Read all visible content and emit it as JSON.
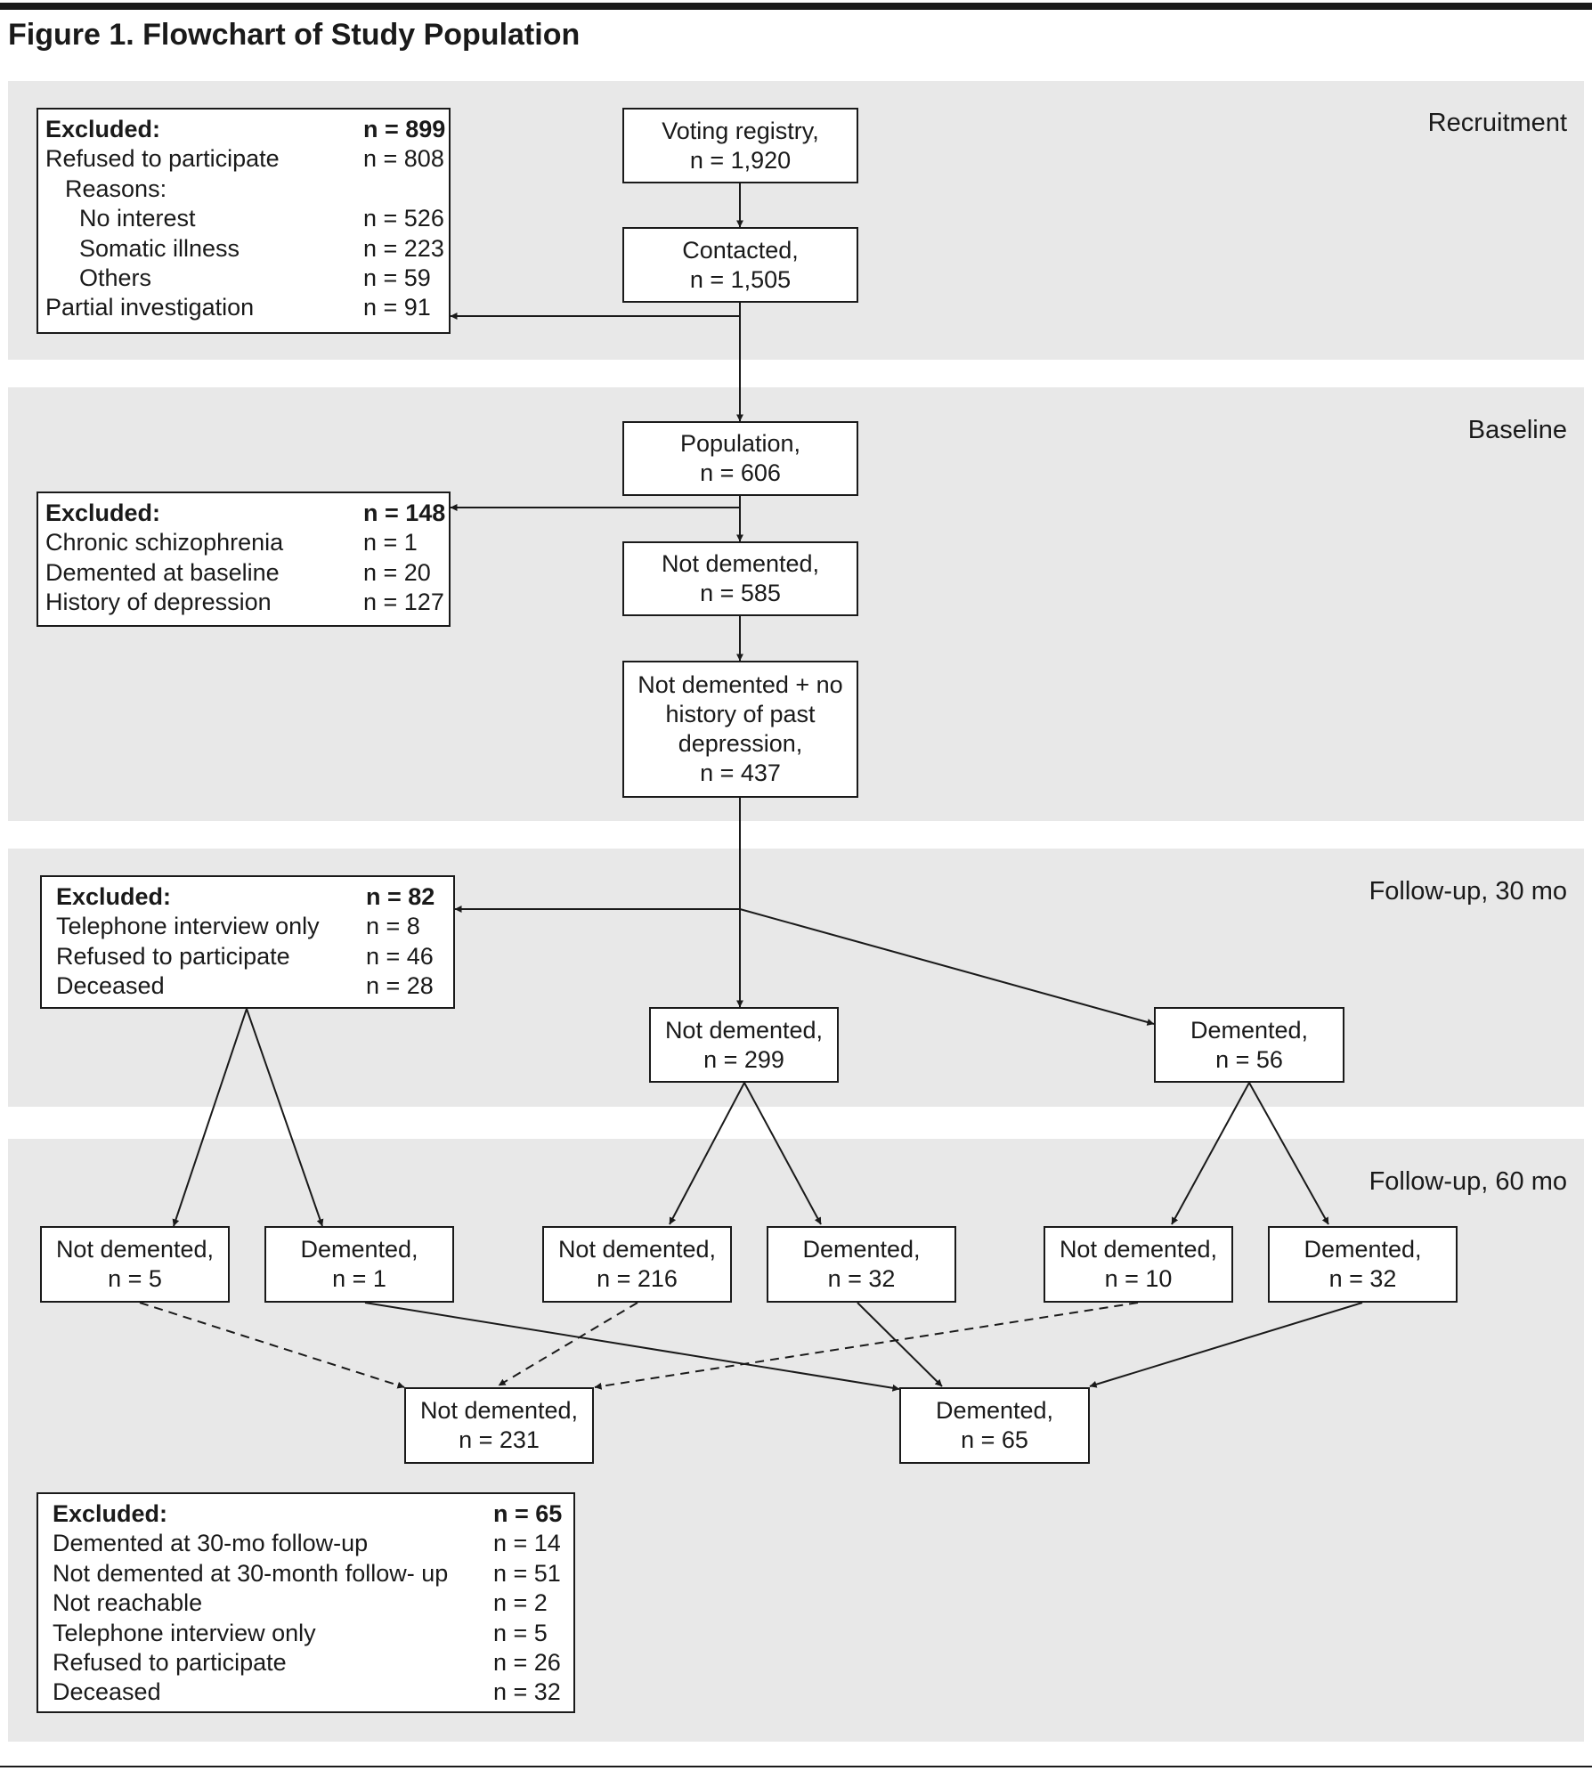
{
  "figure": {
    "title": "Figure 1. Flowchart of Study Population"
  },
  "sections": {
    "recruitment": "Recruitment",
    "baseline": "Baseline",
    "followup30": "Follow-up, 30 mo",
    "followup60": "Follow-up, 60 mo"
  },
  "nodes": {
    "voting_registry": [
      "Voting registry,",
      "n = 1,920"
    ],
    "contacted": [
      "Contacted,",
      "n = 1,505"
    ],
    "population": [
      "Population,",
      "n = 606"
    ],
    "not_demented_585": [
      "Not demented,",
      "n = 585"
    ],
    "not_demented_no_depr_437": [
      "Not demented + no",
      "history of past",
      "depression,",
      "n = 437"
    ],
    "fu30_not_demented": [
      "Not demented,",
      "n = 299"
    ],
    "fu30_demented": [
      "Demented,",
      "n = 56"
    ],
    "fu60_a_not_demented": [
      "Not demented,",
      "n = 5"
    ],
    "fu60_a_demented": [
      "Demented,",
      "n = 1"
    ],
    "fu60_b_not_demented": [
      "Not demented,",
      "n = 216"
    ],
    "fu60_b_demented": [
      "Demented,",
      "n = 32"
    ],
    "fu60_c_not_demented": [
      "Not demented,",
      "n = 10"
    ],
    "fu60_c_demented": [
      "Demented,",
      "n = 32"
    ],
    "final_not_demented": [
      "Not demented,",
      "n = 231"
    ],
    "final_demented": [
      "Demented,",
      "n = 65"
    ]
  },
  "excluded": {
    "recruitment": {
      "title": "Excluded:",
      "total": "n = 899",
      "rows": [
        {
          "label": "Refused to participate",
          "value": "n = 808",
          "indent": 0
        },
        {
          "label": "Reasons:",
          "value": "",
          "indent": 1
        },
        {
          "label": "No interest",
          "value": "n = 526",
          "indent": 2
        },
        {
          "label": "Somatic illness",
          "value": "n = 223",
          "indent": 2
        },
        {
          "label": "Others",
          "value": "n = 59",
          "indent": 2
        },
        {
          "label": "Partial investigation",
          "value": "n = 91",
          "indent": 0
        }
      ]
    },
    "baseline": {
      "title": "Excluded:",
      "total": "n = 148",
      "rows": [
        {
          "label": "Chronic schizophrenia",
          "value": "n = 1",
          "indent": 0
        },
        {
          "label": "Demented at baseline",
          "value": "n = 20",
          "indent": 0
        },
        {
          "label": "History of depression",
          "value": "n = 127",
          "indent": 0
        }
      ]
    },
    "followup30": {
      "title": "Excluded:",
      "total": "n = 82",
      "rows": [
        {
          "label": "Telephone interview only",
          "value": "n = 8",
          "indent": 0
        },
        {
          "label": "Refused to participate",
          "value": "n = 46",
          "indent": 0
        },
        {
          "label": "Deceased",
          "value": "n = 28",
          "indent": 0
        }
      ]
    },
    "followup60": {
      "title": "Excluded:",
      "total": "n = 65",
      "rows": [
        {
          "label": "Demented at 30-mo follow-up",
          "value": "n = 14",
          "indent": 0
        },
        {
          "label": "Not demented at 30-month follow- up",
          "value": "n = 51",
          "indent": 0
        },
        {
          "label": "Not reachable",
          "value": "n = 2",
          "indent": 0
        },
        {
          "label": "Telephone interview only",
          "value": "n = 5",
          "indent": 0
        },
        {
          "label": "Refused to participate",
          "value": "n = 26",
          "indent": 0
        },
        {
          "label": "Deceased",
          "value": "n = 32",
          "indent": 0
        }
      ]
    }
  }
}
